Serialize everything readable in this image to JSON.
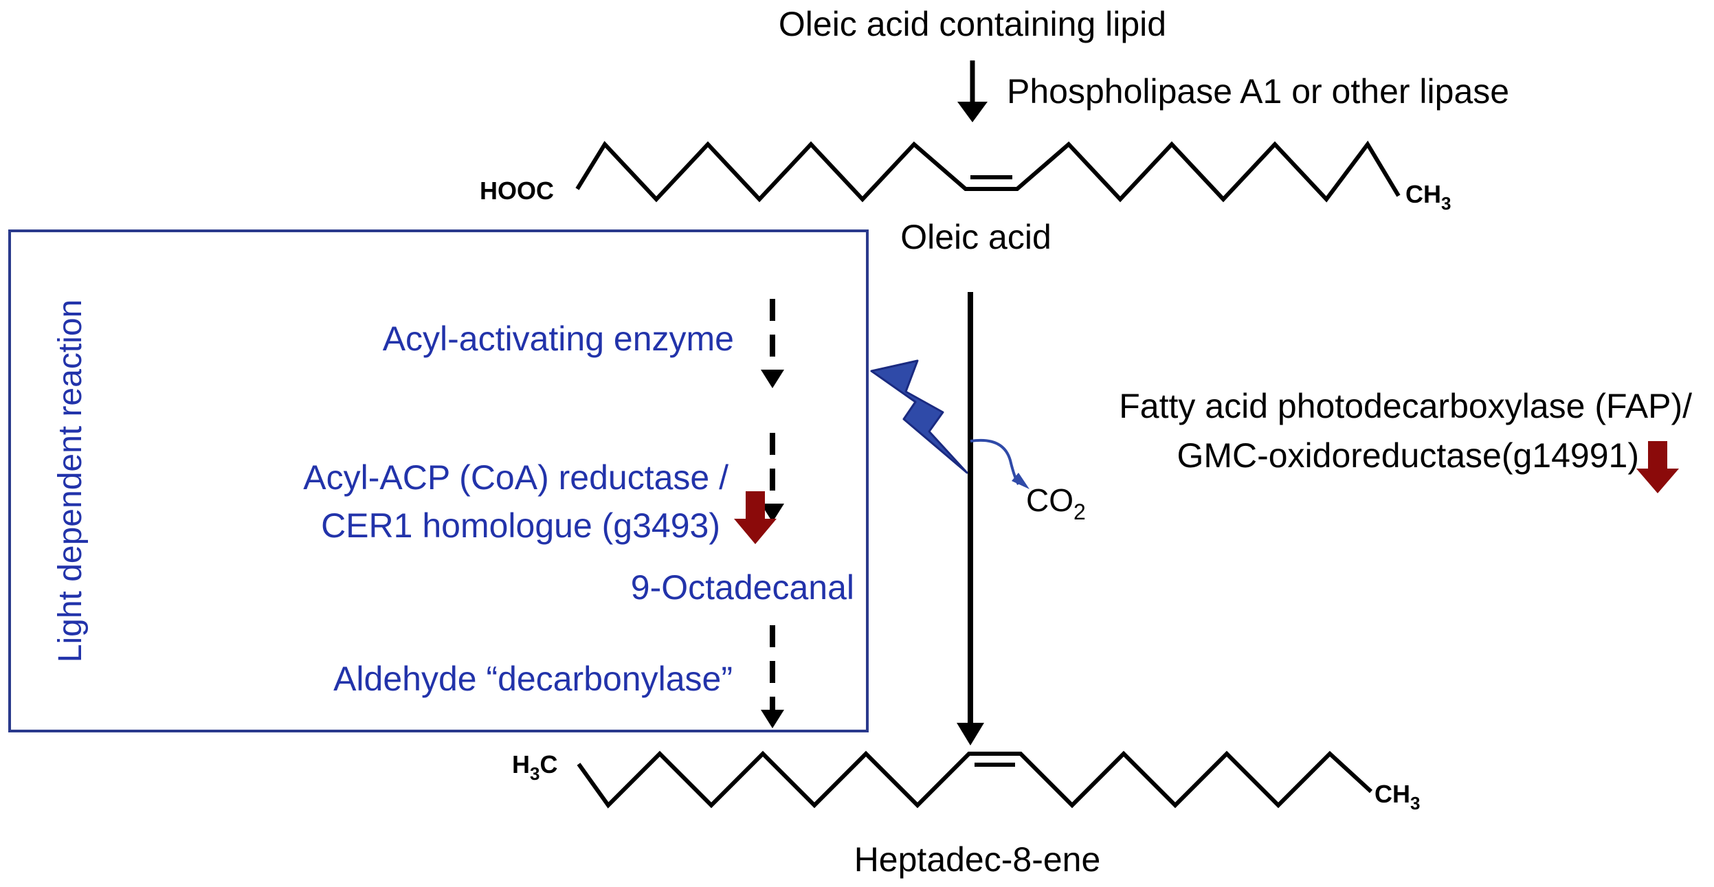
{
  "title": "Oleic acid containing lipid",
  "lipase_label": "Phospholipase A1 or other lipase",
  "oleic": {
    "name": "Oleic acid",
    "left_group": "HOOC",
    "right_group": "CH",
    "right_sub": "3"
  },
  "box_label": "Light dependent reaction",
  "steps": {
    "acyl_activating": "Acyl-activating enzyme",
    "reductase_line1": "Acyl-ACP (CoA) reductase /",
    "reductase_line2": "CER1 homologue (g3493)",
    "octadecanal": "9-Octadecanal",
    "decarbonylase": "Aldehyde “decarbonylase”"
  },
  "fap": {
    "line1": "Fatty acid photodecarboxylase (FAP)/",
    "line2": "GMC-oxidoreductase(g14991)"
  },
  "co2": {
    "main": "CO",
    "sub": "2"
  },
  "product": {
    "name": "Heptadec-8-ene",
    "left_group": "H",
    "left_sub": "3",
    "left_tail": "C",
    "right_group": "CH",
    "right_sub": "3"
  },
  "colors": {
    "blue_text": "#2233aa",
    "box_border": "#2a3a8c",
    "down_arrow": "#8b0a0a",
    "bolt": "#2f4aa8"
  }
}
